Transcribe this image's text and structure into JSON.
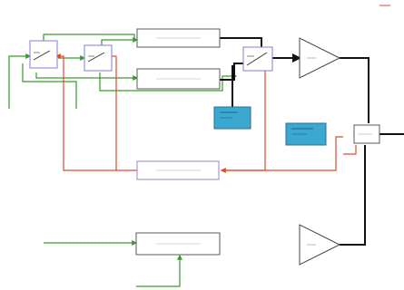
{
  "colors": {
    "green": "#3a9a2e",
    "red": "#e3492b",
    "black": "#111111",
    "annot": "#3aa8d0",
    "block": "#5a5a5a"
  },
  "blocks": [
    {
      "id": "switch-1",
      "type": "switch"
    },
    {
      "id": "switch-2",
      "type": "switch"
    },
    {
      "id": "switch-3",
      "type": "switch"
    },
    {
      "id": "transfer-fcn-top",
      "type": "transfer-function"
    },
    {
      "id": "transfer-fcn-mid",
      "type": "transfer-function"
    },
    {
      "id": "transfer-fcn-feedback",
      "type": "transfer-function"
    },
    {
      "id": "transfer-fcn-bottom",
      "type": "transfer-function"
    },
    {
      "id": "gain-top",
      "type": "gain"
    },
    {
      "id": "gain-bottom",
      "type": "gain"
    },
    {
      "id": "sum-block",
      "type": "sum"
    },
    {
      "id": "annotation-1",
      "type": "annotation"
    },
    {
      "id": "annotation-2",
      "type": "annotation"
    }
  ]
}
